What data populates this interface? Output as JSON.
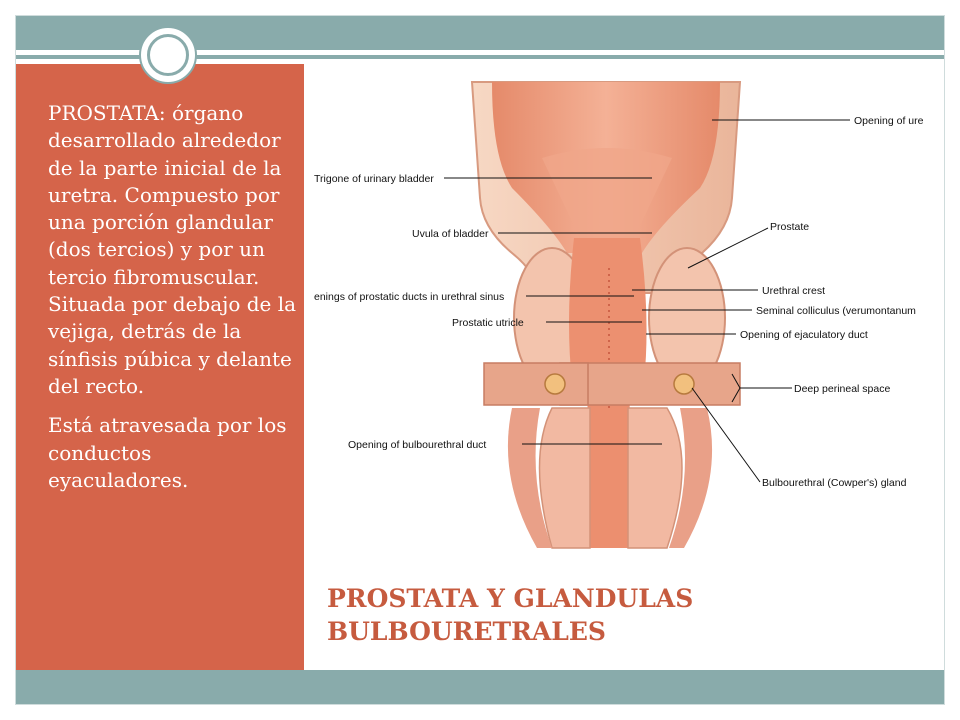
{
  "body": {
    "paragraph1": "PROSTATA: órgano desarrollado alrededor de la parte inicial de la uretra. Compuesto por una porción glandular (dos tercios) y por un tercio fibromuscular. Situada por debajo de la vejiga, detrás de la sínfisis púbica y delante del recto.",
    "paragraph2": "Está atravesada por los conductos eyaculadores."
  },
  "title": {
    "line1": "PROSTATA Y GLANDULAS",
    "line2": "BULBOURETRALES"
  },
  "figure": {
    "labels": {
      "opening_ureter": "Opening of ure",
      "trigone": "Trigone of urinary bladder",
      "prostate": "Prostate",
      "uvula": "Uvula of bladder",
      "urethral_crest": "Urethral crest",
      "prostatic_ducts": "enings of prostatic ducts in urethral sinus",
      "seminal_colliculus": "Seminal colliculus (verumontanum",
      "prostatic_utricle": "Prostatic utricle",
      "ejaculatory_duct": "Opening of ejaculatory duct",
      "deep_perineal": "Deep perineal space",
      "bulbourethral_duct": "Opening of bulbourethral duct",
      "bulbourethral_gland": "Bulbourethral (Cowper's) gland"
    }
  },
  "colors": {
    "band": "#89abab",
    "panel": "#d5644a",
    "title": "#c65b3f"
  }
}
